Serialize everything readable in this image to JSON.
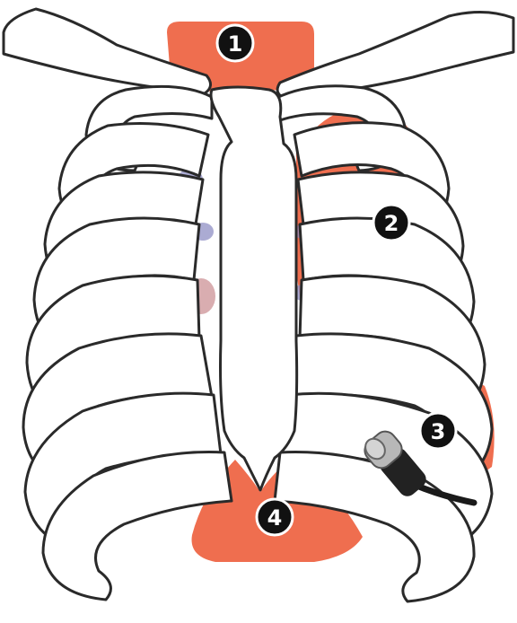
{
  "colors": {
    "zone_fill": "#ef6e4f",
    "rib_outline": "#2a2a2a",
    "marker_fill": "#111111",
    "marker_text": "#ffffff",
    "probe_body": "#b8b8b8"
  },
  "markers": [
    {
      "id": "1",
      "label": "1",
      "name": "suprasternal-window-marker"
    },
    {
      "id": "2",
      "label": "2",
      "name": "left-parasternal-window-marker"
    },
    {
      "id": "3",
      "label": "3",
      "name": "apical-window-marker"
    },
    {
      "id": "4",
      "label": "4",
      "name": "subcostal-window-marker"
    }
  ],
  "icons": {
    "probe": "ultrasound-probe-icon"
  }
}
